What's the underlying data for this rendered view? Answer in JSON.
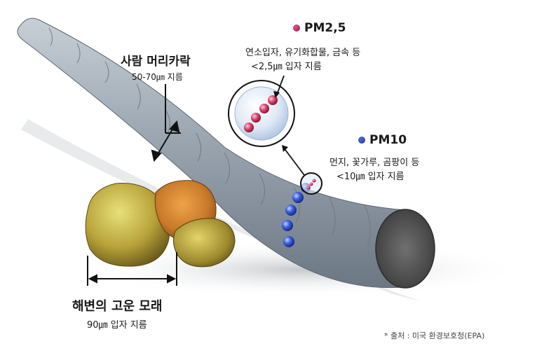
{
  "hair": {
    "title": "사람 머리카락",
    "size": "50-70㎛ 지름"
  },
  "pm25": {
    "title": "PM2,5",
    "desc": "연소입자, 유기화합물, 금속 등",
    "size": "<2,5㎛ 입자 지름",
    "dot_color": "#e0467a"
  },
  "pm10": {
    "title": "PM10",
    "desc": "먼지, 꽃가루, 곰팡이 등",
    "size": "<10㎛ 입자 지름",
    "dot_color": "#4a62d8"
  },
  "sand": {
    "title": "해변의 고운 모래",
    "size": "90㎛ 입자 지름"
  },
  "source": "* 출처 : 미국 환경보호청(EPA)"
}
